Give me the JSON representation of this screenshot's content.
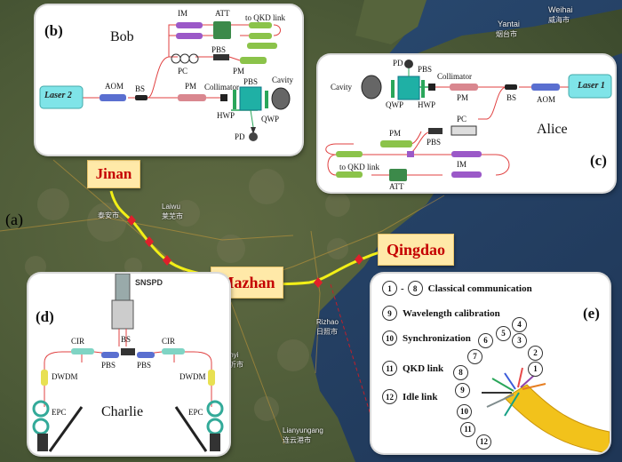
{
  "figure_label": "(a)",
  "cities": {
    "jinan": "Jinan",
    "mazhan": "Mazhan",
    "qingdao": "Qingdao"
  },
  "map_labels": {
    "yantai": "Yantai",
    "yantai_cn": "烟台市",
    "weihai": "Weihai",
    "weihai_cn": "威海市",
    "laiwu": "Laiwu",
    "taian": "泰安市",
    "laiwu_cn": "莱芜市",
    "rizhao": "Rizhao",
    "rizhao_cn": "日照市",
    "linyi": "Linyi",
    "linyi_cn": "临沂市",
    "lianyungang": "Lianyungang",
    "lianyungang_cn": "连云港市"
  },
  "panel_b": {
    "label": "(b)",
    "title": "Bob",
    "laser": "Laser 2",
    "aom": "AOM",
    "bs": "BS",
    "pm1": "PM",
    "pm2": "PM",
    "im": "IM",
    "att": "ATT",
    "to_qkd": "to QKD link",
    "pc": "PC",
    "pbs1": "PBS",
    "pbs2": "PBS",
    "collimator": "Collimator",
    "hwp": "HWP",
    "qwp": "QWP",
    "cavity": "Cavity",
    "pd": "PD"
  },
  "panel_c": {
    "label": "(c)",
    "title": "Alice",
    "laser": "Laser 1",
    "aom": "AOM",
    "bs": "BS",
    "pm1": "PM",
    "pm2": "PM",
    "im": "IM",
    "att": "ATT",
    "to_qkd": "to QKD link",
    "pc": "PC",
    "pbs1": "PBS",
    "pbs2": "PBS",
    "collimator": "Collimator",
    "hwp": "HWP",
    "qwp": "QWP",
    "cavity": "Cavity",
    "pd": "PD"
  },
  "panel_d": {
    "label": "(d)",
    "title": "Charlie",
    "detector": "SNSPD",
    "cir_left": "CIR",
    "cir_right": "CIR",
    "pbs_left": "PBS",
    "pbs_right": "PBS",
    "bs": "BS",
    "dwdm_left": "DWDM",
    "dwdm_right": "DWDM",
    "epc_left": "EPC",
    "epc_right": "EPC"
  },
  "panel_e": {
    "label": "(e)",
    "legend": [
      {
        "num": "1",
        "num2": "8",
        "sep": "-",
        "text": "Classical communication"
      },
      {
        "num": "9",
        "text": "Wavelength calibration"
      },
      {
        "num": "10",
        "text": "Synchronization"
      },
      {
        "num": "11",
        "text": "QKD link"
      },
      {
        "num": "12",
        "text": "Idle link"
      }
    ],
    "fiber_numbers": [
      "1",
      "2",
      "3",
      "4",
      "5",
      "6",
      "7",
      "8",
      "9",
      "10",
      "11",
      "12"
    ]
  },
  "colors": {
    "route": "#f2ef17",
    "node": "#e0202b",
    "city_fill": "#ffe9a8",
    "city_text": "#c40000",
    "laser": "#7fe4e8",
    "modulator": "#9b59c8",
    "pm": "#d9878f",
    "aom": "#5a6fd0",
    "fiber_cable": "#f2c21b"
  }
}
